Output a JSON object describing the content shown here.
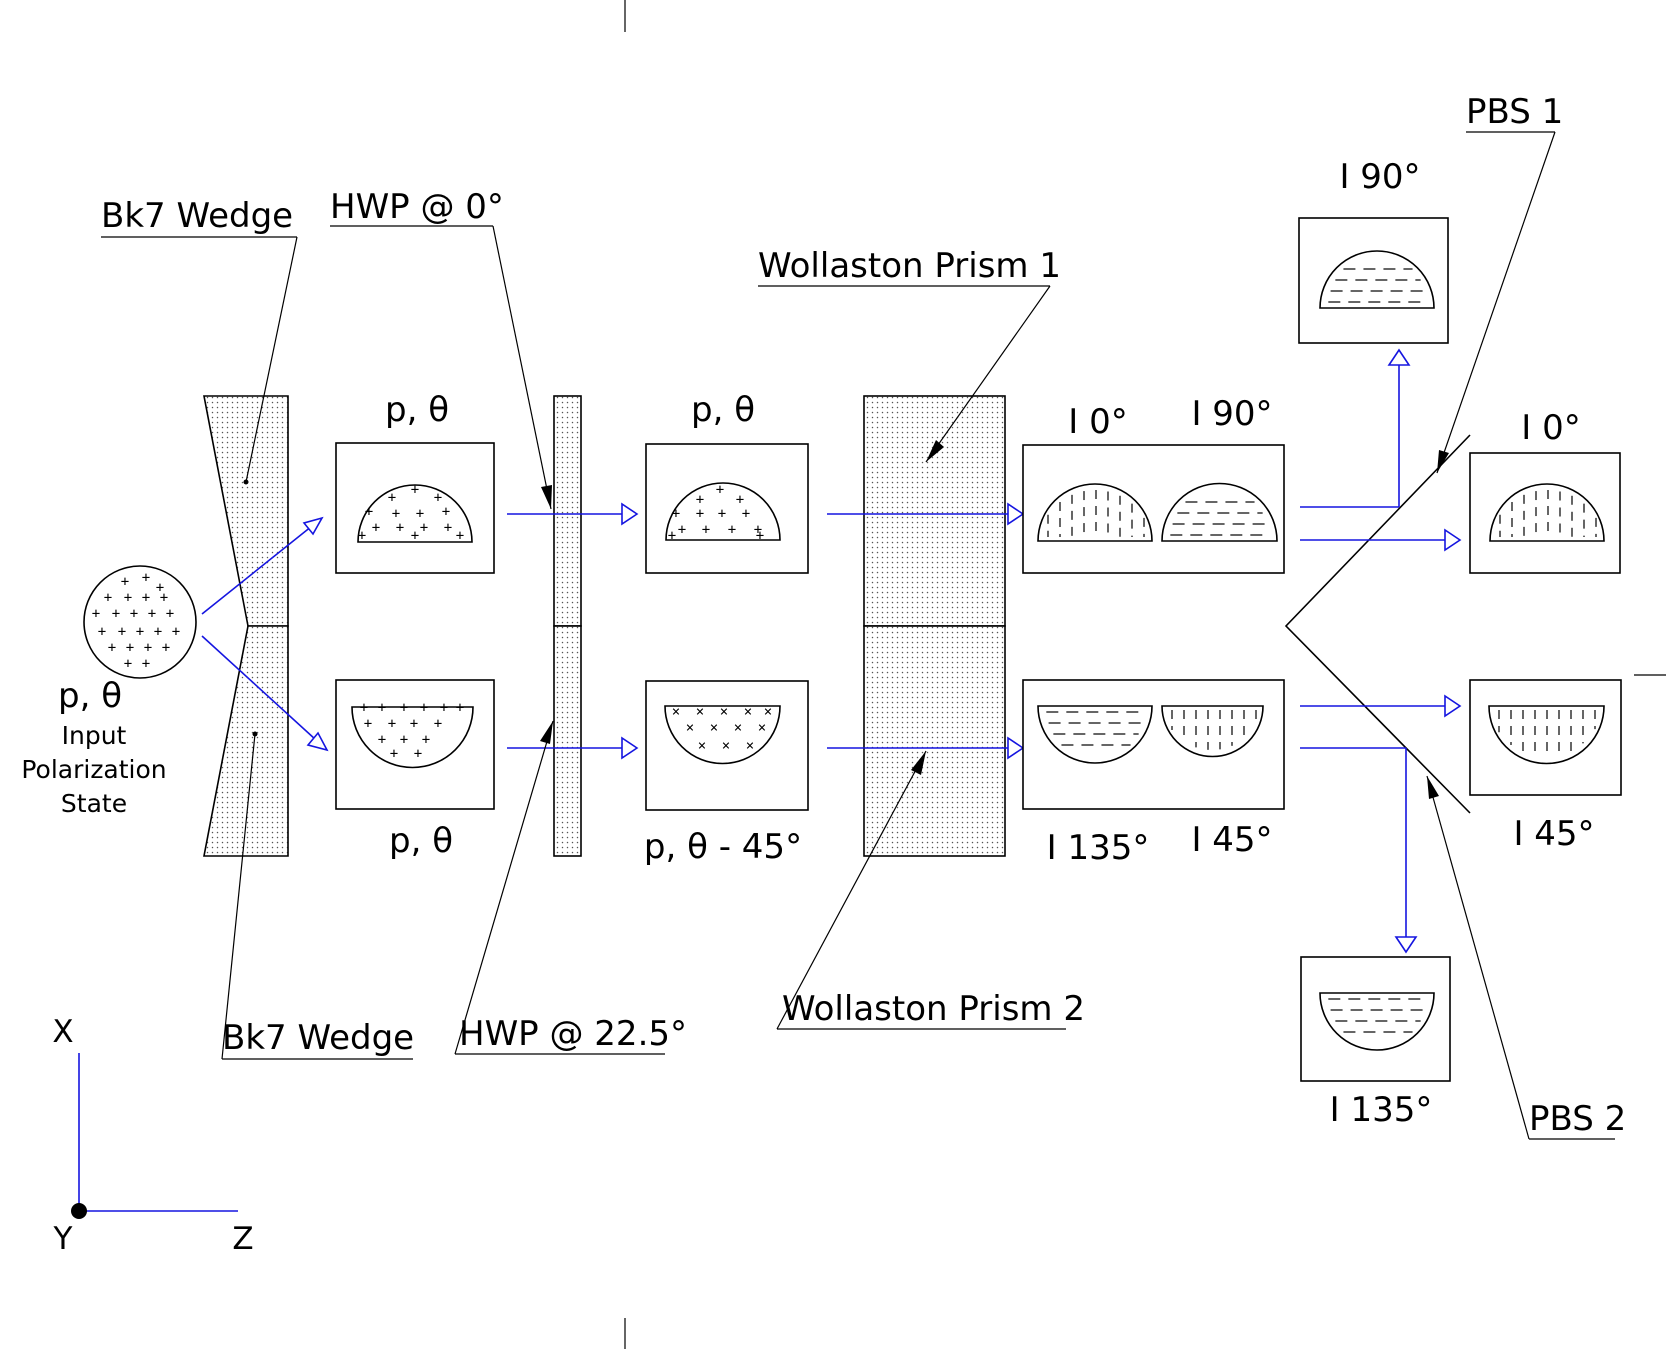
{
  "labels": {
    "bk7_wedge_top": "Bk7 Wedge",
    "bk7_wedge_bottom": "Bk7 Wedge",
    "hwp_0": "HWP @ 0°",
    "hwp_22": "HWP @ 22.5°",
    "wollaston_1": "Wollaston Prism 1",
    "wollaston_2": "Wollaston Prism 2",
    "pbs_1": "PBS 1",
    "pbs_2": "PBS 2",
    "input_state": "p, θ",
    "input_caption_1": "Input",
    "input_caption_2": "Polarization",
    "input_caption_3": "State",
    "after_wedge_top": "p, θ",
    "after_wedge_bottom": "p, θ",
    "after_hwp_top": "p, θ",
    "after_hwp_bottom": "p, θ - 45°",
    "w_out_top_left": "I 0°",
    "w_out_top_right": "I 90°",
    "w_out_bottom_left": "I 135°",
    "w_out_bottom_right": "I 45°",
    "pbs1_up": "I 90°",
    "pbs1_right": "I 0°",
    "pbs2_right": "I 45°",
    "pbs2_down": "I 135°"
  },
  "axes": {
    "x": "X",
    "y": "Y",
    "z": "Z"
  },
  "colors": {
    "beam": "#1515e0",
    "ink": "#000000"
  }
}
